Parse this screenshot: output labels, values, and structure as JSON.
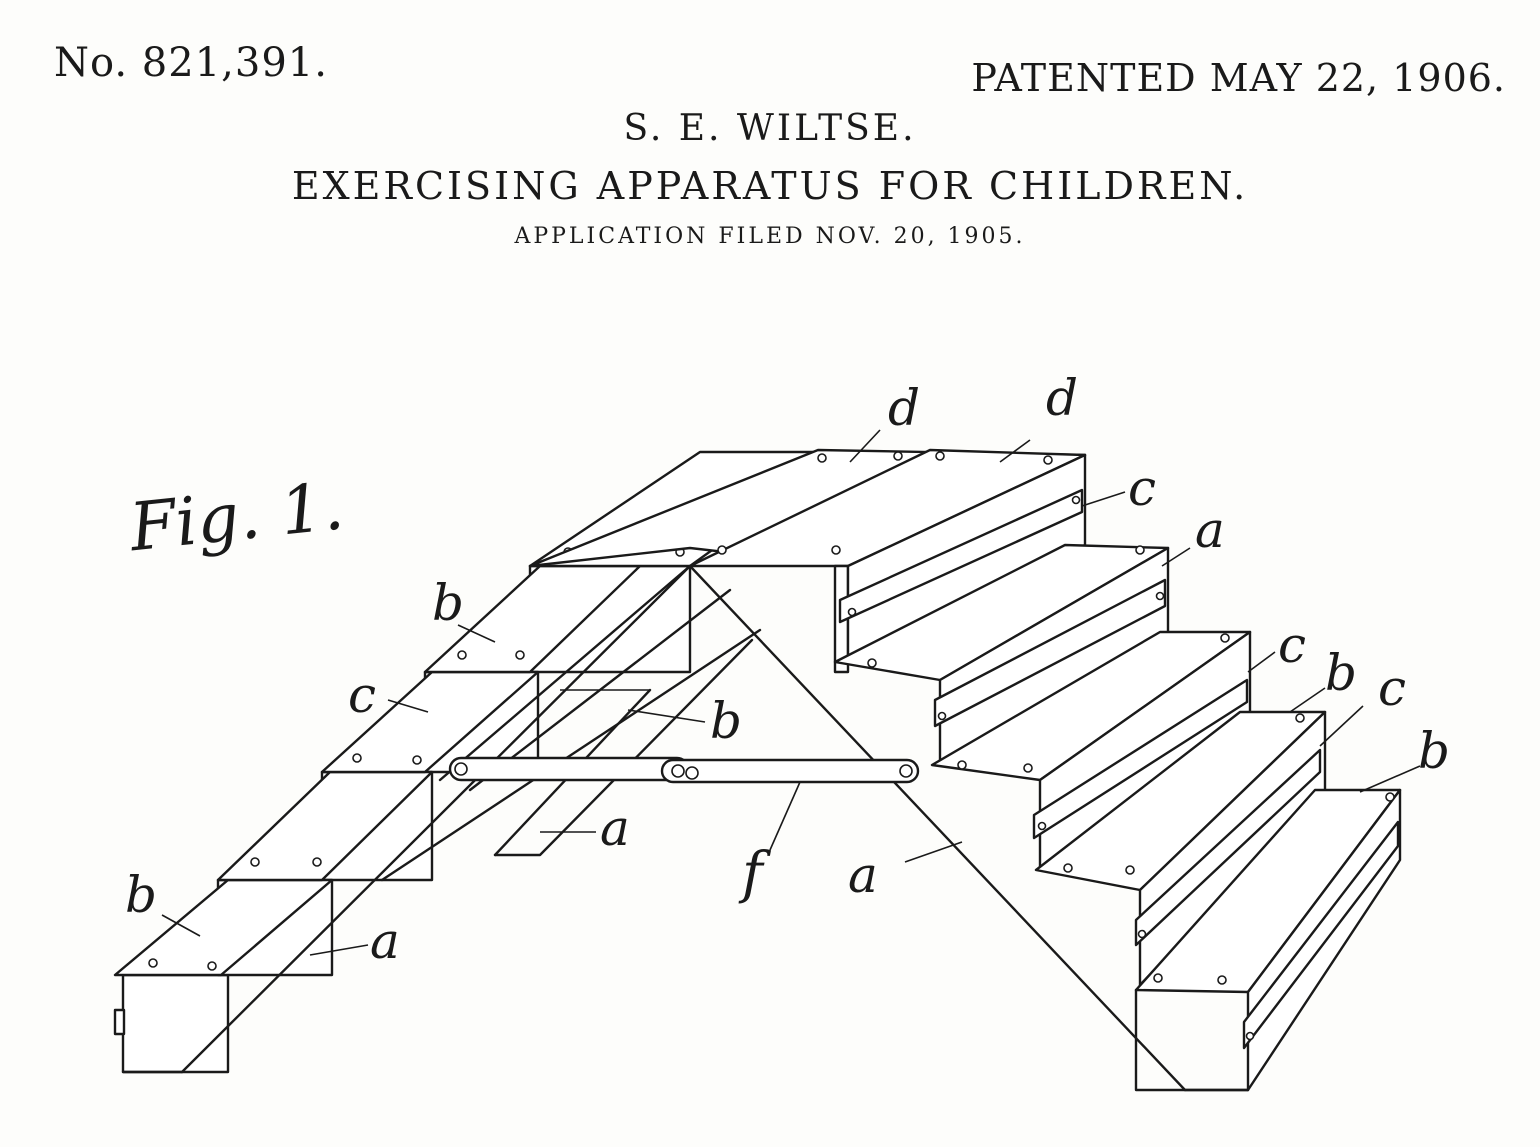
{
  "header": {
    "patent_number": "No. 821,391.",
    "patent_date": "PATENTED MAY 22, 1906.",
    "inventor": "S. E. WILTSE.",
    "title": "EXERCISING APPARATUS FOR CHILDREN.",
    "filed": "APPLICATION FILED NOV. 20, 1905."
  },
  "figure": {
    "label": "Fig. 1.",
    "reference_letters": {
      "d1": "d",
      "d2": "d",
      "c1": "c",
      "c2": "c",
      "c3": "c",
      "c4": "c",
      "a1": "a",
      "a2": "a",
      "a3": "a",
      "a4": "a",
      "b1": "b",
      "b2": "b",
      "b3": "b",
      "b4": "b",
      "b5": "b",
      "f": "f"
    }
  }
}
